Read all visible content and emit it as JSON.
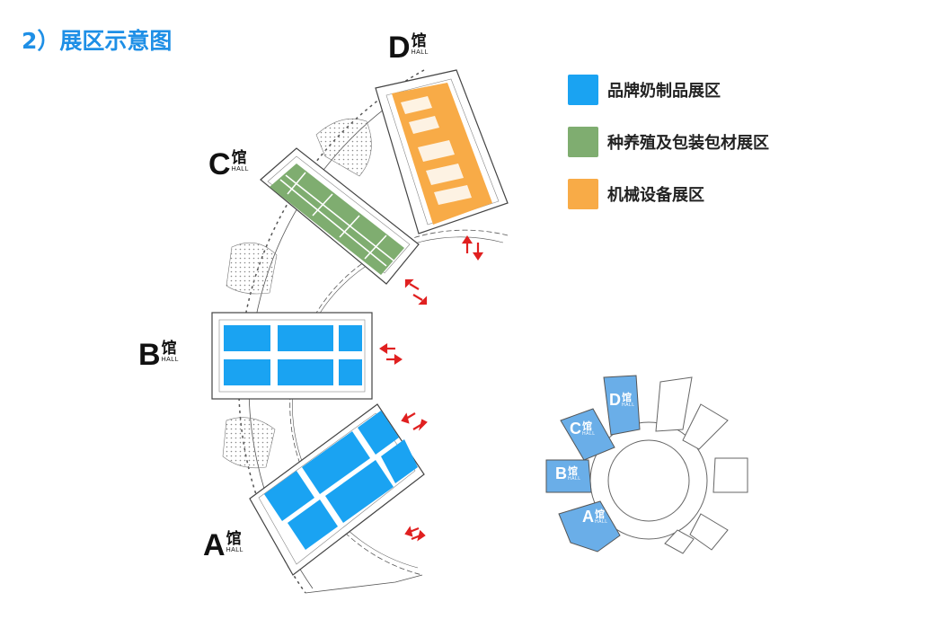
{
  "title": "2）展区示意图",
  "halls": {
    "A": {
      "letter": "A",
      "guan": "馆",
      "hall": "HALL"
    },
    "B": {
      "letter": "B",
      "guan": "馆",
      "hall": "HALL"
    },
    "C": {
      "letter": "C",
      "guan": "馆",
      "hall": "HALL"
    },
    "D": {
      "letter": "D",
      "guan": "馆",
      "hall": "HALL"
    }
  },
  "legend": [
    {
      "label": "品牌奶制品展区",
      "color": "#1aa3f2"
    },
    {
      "label": "种养殖及包装包材展区",
      "color": "#7fad70"
    },
    {
      "label": "机械设备展区",
      "color": "#f8ab47"
    }
  ],
  "mini_map": {
    "D": "D",
    "C": "C",
    "B": "B",
    "A": "A",
    "guan": "馆",
    "hall": "HALL",
    "highlight_color": "#6aaee8"
  }
}
